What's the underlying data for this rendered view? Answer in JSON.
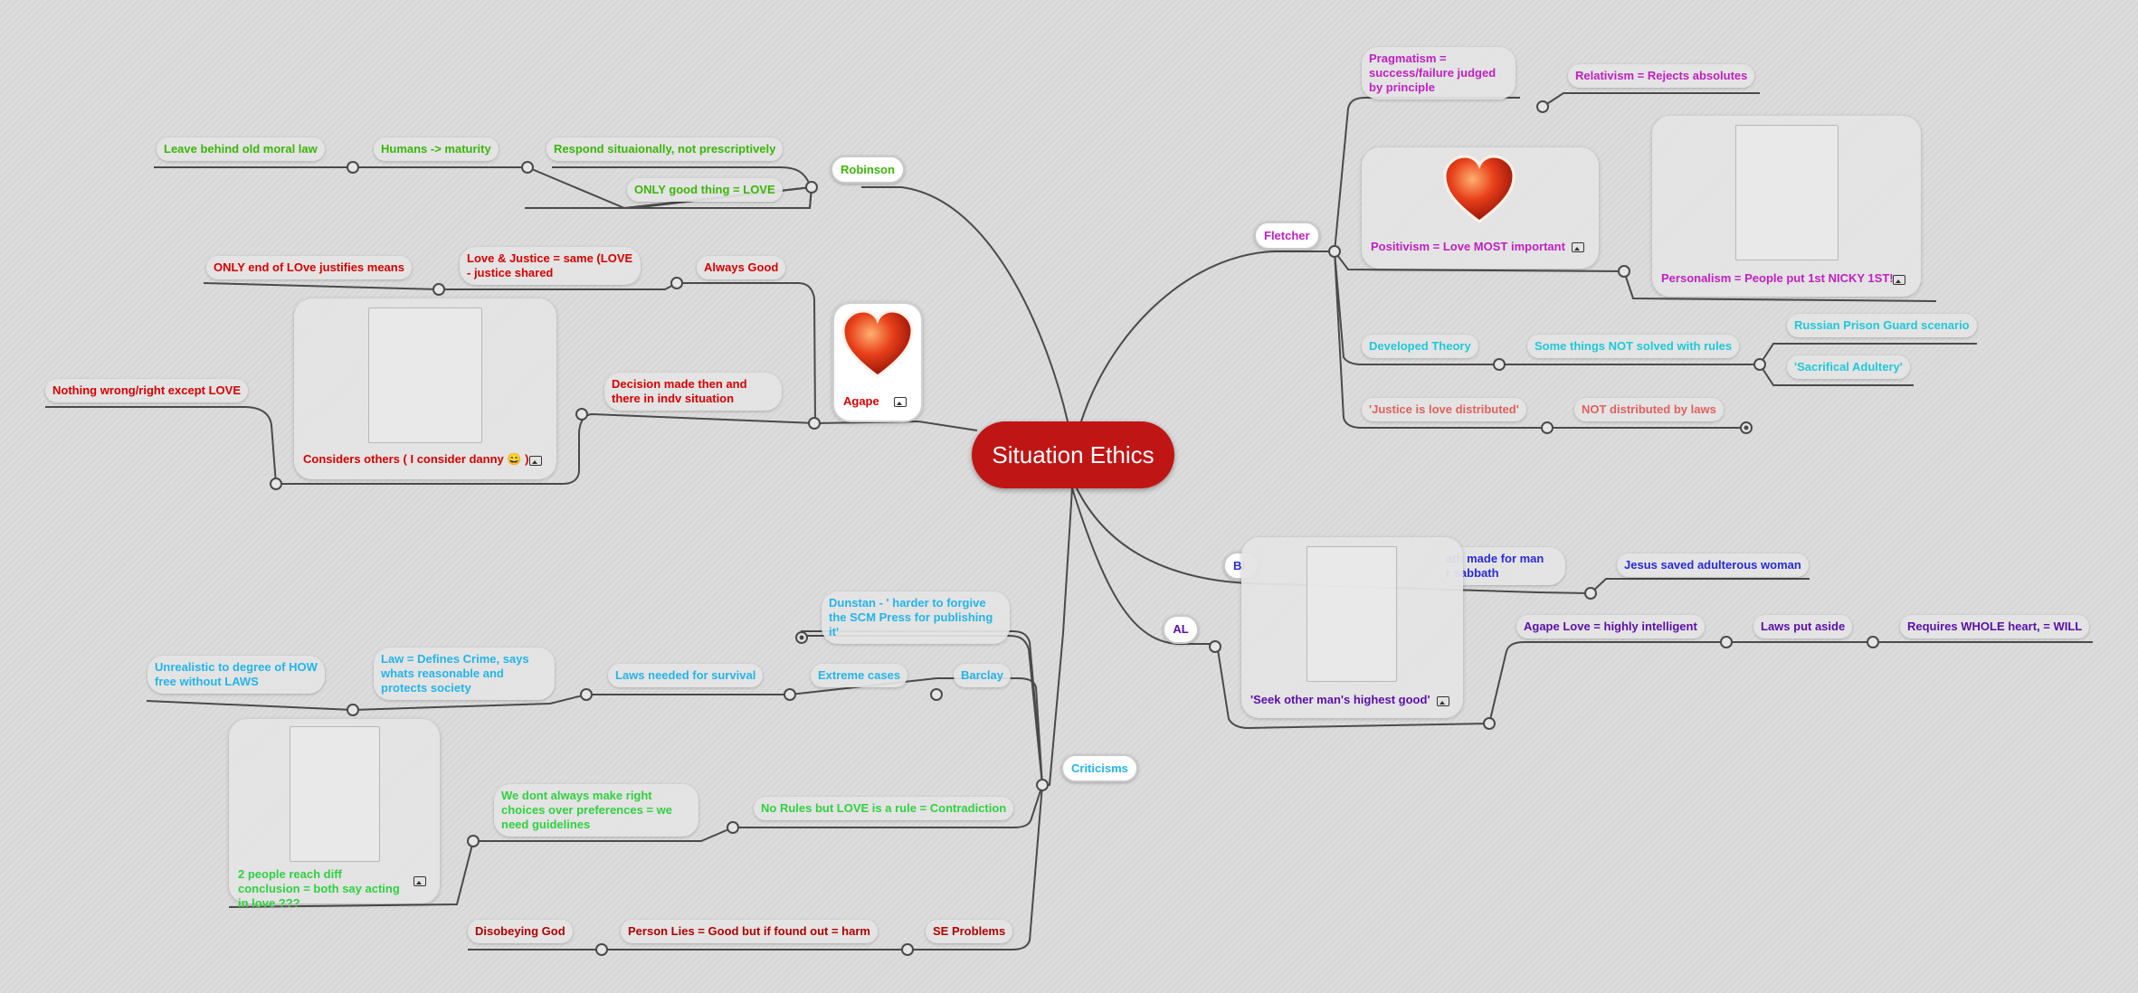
{
  "root": "Situation Ethics",
  "colors": {
    "robinson": "#3bb50a",
    "agape": "#d50000",
    "fletcher": "#c020c0",
    "cyan": "#20c8d8",
    "salmon": "#e06060",
    "blue": "#2a2ad8",
    "purple": "#5a10a8",
    "lightblue": "#24b4e8",
    "green": "#30d040",
    "darkred": "#b00000",
    "wire": "#4a4a4a",
    "root_fill": "#c01515"
  },
  "robinson": {
    "label": "Robinson",
    "only_good": "ONLY good thing = LOVE",
    "respond": "Respond situaionally, not prescriptively",
    "maturity": "Humans -> maturity",
    "leave": "Leave behind old moral law"
  },
  "agape": {
    "label": "Agape",
    "always_good": "Always Good",
    "love_justice": "Love & Justice = same (LOVE - justice shared",
    "only_end": "ONLY end of LOve justifies means",
    "decision": "Decision made then and there in indv situation",
    "considers": "Considers others ( I consider danny 😄 )",
    "nothing_wrong": "Nothing wrong/right except LOVE"
  },
  "fletcher": {
    "label": "Fletcher",
    "pragmatism": "Pragmatism = success/failure judged by principle",
    "relativism": "Relativism = Rejects absolutes",
    "positivism": "Positivism = Love MOST important",
    "personalism": "Personalism = People put 1st NICKY 1ST!",
    "developed": "Developed Theory",
    "not_solved": "Some things NOT solved with rules",
    "russian": "Russian Prison Guard scenario",
    "sacrifical": "'Sacrifical Adultery'",
    "justice": "'Justice is love distributed'",
    "not_distributed": "NOT distributed by laws"
  },
  "bi": {
    "label_fragment": "Bi",
    "sabbath": "ath made for man\nr sabbath",
    "jesus": "Jesus saved adulterous woman"
  },
  "al": {
    "label": "AL",
    "seek": "'Seek other man's highest good'",
    "agape_love": "Agape Love = highly intelligent",
    "laws_aside": "Laws put aside",
    "whole_heart": "Requires WHOLE heart, = WILL"
  },
  "criticisms": {
    "label": "Criticisms",
    "dunstan": "Dunstan - ' harder to forgive the SCM Press for publishing it'",
    "barclay": "Barclay",
    "extreme": "Extreme cases",
    "laws_needed": "Laws needed for survival",
    "law_defines": "Law = Defines Crime, says whats reasonable and protects society",
    "unrealistic": "Unrealistic to degree of HOW free without LAWS",
    "no_rules": "No Rules but LOVE is a rule = Contradiction",
    "we_dont": "We dont always make right choices over preferences = we need guidelines",
    "two_people": "2 people reach diff conclusion = both say acting in love ???",
    "se_problems": "SE Problems",
    "person_lies": "Person Lies = Good but if found out = harm",
    "disobeying": "Disobeying God"
  }
}
